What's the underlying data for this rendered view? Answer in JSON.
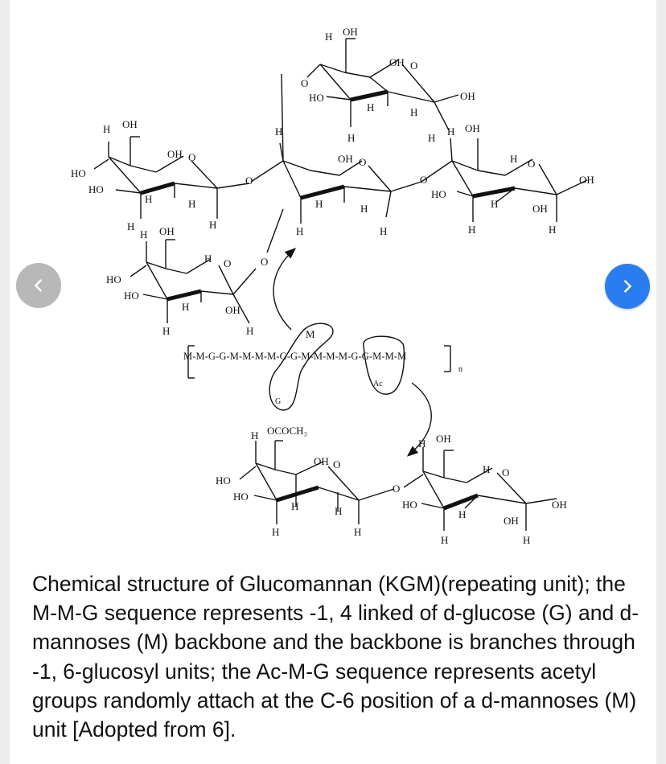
{
  "figure": {
    "sequence": "M-M-G-G-M-M-M-M-G-G-M-M-M-M-G-G-M-M-M",
    "branch_M": "M",
    "branch_G": "G",
    "acetyl": "Ac",
    "repeat_n": "n",
    "group_ococh3": "OCOCH₃"
  },
  "caption": {
    "text": "Chemical structure of Glucomannan (KGM)(repeating unit); the M-M-G sequence represents -1, 4 linked of d-glucose (G) and d-mannoses (M) backbone and the backbone is branches through -1, 6-glucosyl units; the Ac-M-G sequence represents acetyl groups randomly attach at the C-6 position of a d-mannoses (M) unit [Adopted from 6]."
  },
  "navigation": {
    "prev_icon": "chevron-left-icon",
    "next_icon": "chevron-right-icon",
    "prev_color": "#b8b8b8",
    "next_color": "#2a7df0"
  }
}
